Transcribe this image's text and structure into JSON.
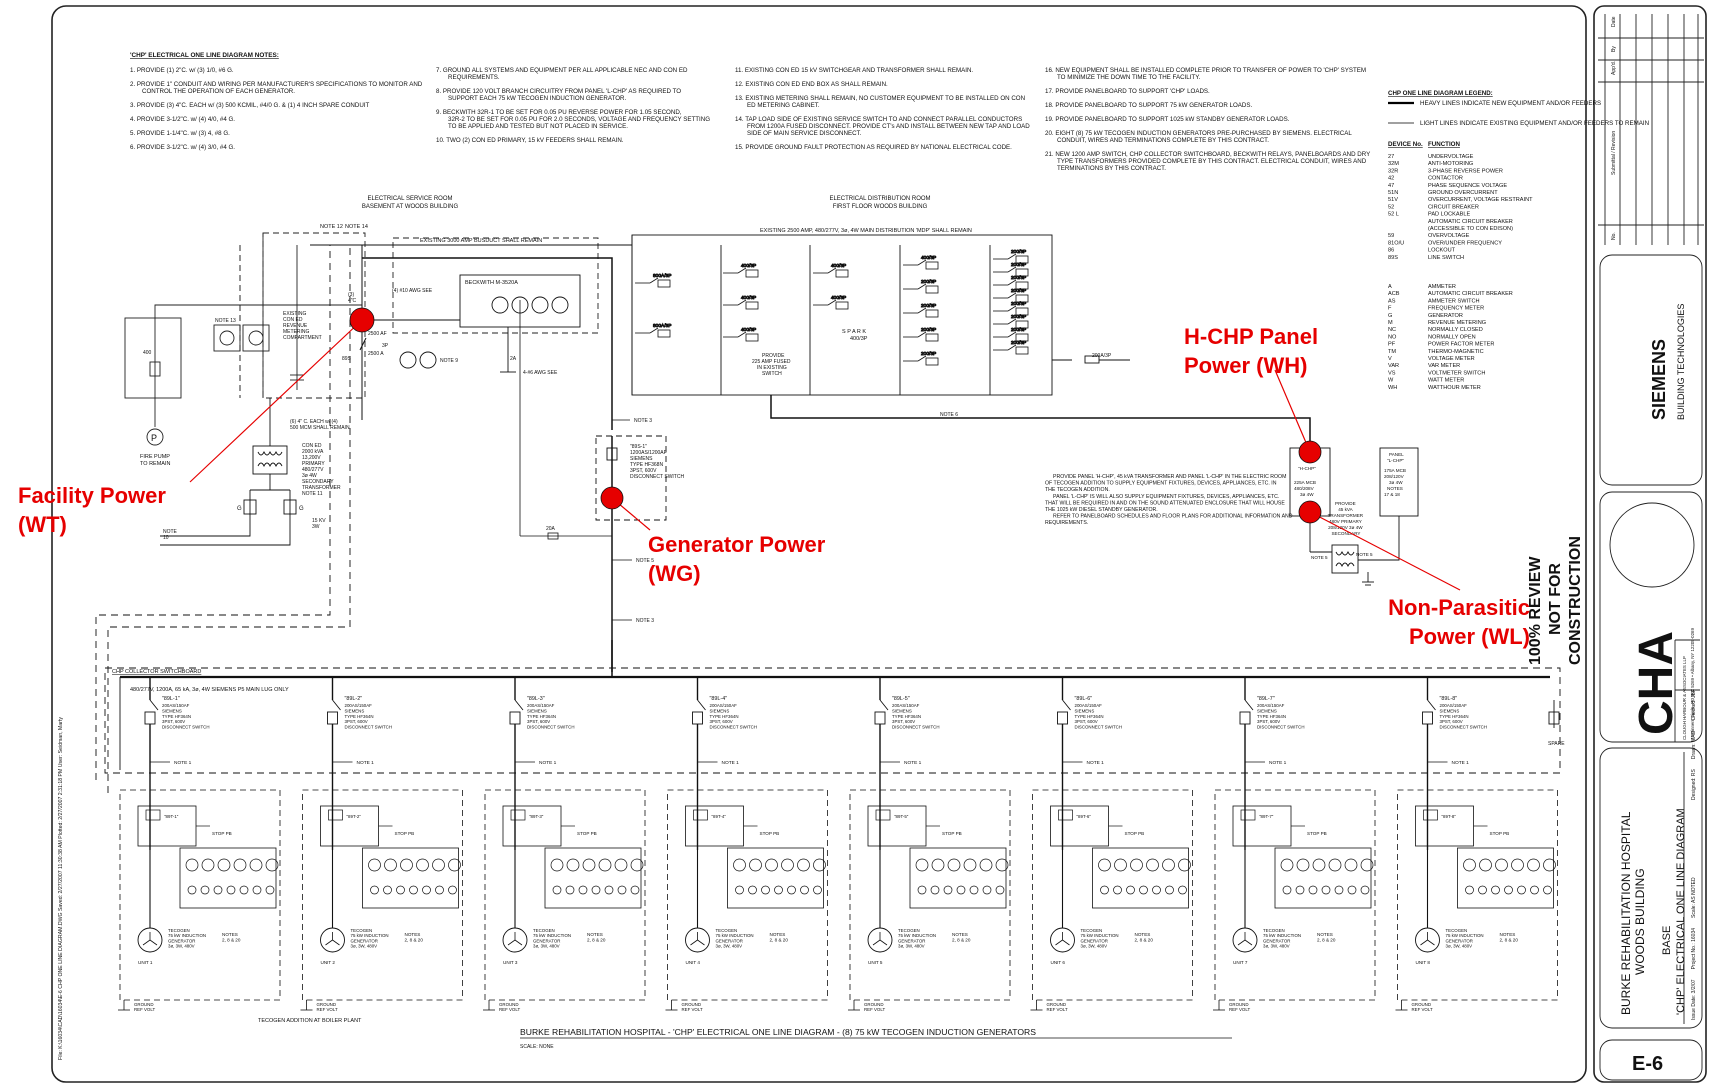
{
  "drawing": {
    "title": "BURKE REHABILITATION HOSPITAL - 'CHP' ELECTRICAL ONE LINE DIAGRAM - (8) 75 kW TECOGEN INDUCTION GENERATORS",
    "scale": "SCALE: NONE",
    "sheet": "E-6",
    "file_info": "File: K:\\16034\\CAD\\16034\\E-6 CHP ONE LINE DIAGRAM.DWG  Saved: 2/27/2007 11:30:38 AM  Plotted: 2/27/2007 2:31:18 PM  User: Seidman, Marty"
  },
  "notes_header": "'CHP' ELECTRICAL ONE LINE DIAGRAM NOTES:",
  "notes": {
    "col1": [
      "1.  PROVIDE (1) 2\"C. w/ (3) 1/0, #6 G.",
      "2.  PROVIDE 1\" CONDUIT AND WIRING PER MANUFACTURER'S SPECIFICATIONS TO MONITOR AND CONTROL THE OPERATION OF EACH GENERATOR.",
      "3.  PROVIDE (3) 4\"C. EACH w/ (3) 500 KCMIL, #4/0 G. & (1) 4 INCH SPARE CONDUIT",
      "4.  PROVIDE 3-1/2\"C. w/ (4) 4/0, #4 G.",
      "5.  PROVIDE 1-1/4\"C. w/ (3) 4, #8 G.",
      "6.  PROVIDE 3-1/2\"C. w/ (4) 3/0, #4 G."
    ],
    "col2": [
      "7.  GROUND ALL SYSTEMS AND EQUIPMENT PER ALL APPLICABLE NEC AND CON ED REQUIREMENTS.",
      "8.  PROVIDE 120 VOLT BRANCH CIRCUITRY FROM PANEL 'L-CHP' AS REQUIRED TO SUPPORT EACH 75 kW TECOGEN INDUCTION GENERATOR.",
      "9.  BECKWITH 32R-1 TO BE SET FOR 0.05 PU REVERSE POWER FOR 1.05 SECOND, 32R-2 TO BE SET FOR 0.05 PU FOR 2.0 SECONDS, VOLTAGE AND FREQUENCY SETTING TO BE APPLIED AND TESTED BUT NOT PLACED IN SERVICE.",
      "10. TWO (2) CON ED PRIMARY, 15 kV FEEDERS SHALL REMAIN."
    ],
    "col3": [
      "11. EXISTING CON ED 15 kV SWITCHGEAR AND TRANSFORMER SHALL REMAIN.",
      "12. EXISTING CON ED END BOX AS SHALL REMAIN.",
      "13. EXISTING METERING SHALL REMAIN, NO CUSTOMER EQUIPMENT TO BE INSTALLED ON CON ED METERING CABINET.",
      "14. TAP LOAD SIDE OF EXISTING SERVICE SWITCH TO AND CONNECT PARALLEL CONDUCTORS FROM 1200A FUSED DISCONNECT. PROVIDE CT's AND INSTALL BETWEEN NEW TAP AND LOAD SIDE OF MAIN SERVICE DISCONNECT.",
      "15. PROVIDE GROUND FAULT PROTECTION AS REQUIRED BY NATIONAL ELECTRICAL CODE."
    ],
    "col4": [
      "16. NEW EQUIPMENT SHALL BE INSTALLED COMPLETE PRIOR TO TRANSFER OF POWER TO 'CHP' SYSTEM TO MINIMIZE THE DOWN TIME TO THE FACILITY.",
      "17. PROVIDE PANELBOARD TO SUPPORT 'CHP' LOADS.",
      "18. PROVIDE PANELBOARD TO SUPPORT 75 kW GENERATOR LOADS.",
      "19. PROVIDE PANELBOARD TO SUPPORT 1025 kW STANDBY GENERATOR LOADS.",
      "20. EIGHT (8) 75 kW TECOGEN INDUCTION GENERATORS PRE-PURCHASED BY SIEMENS. ELECTRICAL CONDUIT, WIRES AND TERMINATIONS COMPLETE BY THIS CONTRACT.",
      "21. NEW 1200 AMP SWITCH, CHP COLLECTOR SWITCHBOARD, BECKWITH RELAYS, PANELBOARDS AND DRY TYPE TRANSFORMERS PROVIDED COMPLETE BY THIS CONTRACT. ELECTRICAL CONDUIT, WIRES AND TERMINATIONS BY THIS CONTRACT."
    ]
  },
  "legend": {
    "title": "CHP ONE LINE DIAGRAM LEGEND:",
    "line_items": [
      "HEAVY LINES INDICATE NEW EQUIPMENT AND/OR FEEDERS",
      "LIGHT LINES INDICATE EXISTING EQUIPMENT AND/OR FEEDERS TO REMAIN"
    ],
    "device_header": "DEVICE No.",
    "function_header": "FUNCTION",
    "devices": [
      [
        "27",
        "UNDERVOLTAGE"
      ],
      [
        "32M",
        "ANTI-MOTORING"
      ],
      [
        "32R",
        "3-PHASE REVERSE POWER"
      ],
      [
        "42",
        "CONTACTOR"
      ],
      [
        "47",
        "PHASE SEQUENCE VOLTAGE"
      ],
      [
        "51N",
        "GROUND OVERCURRENT"
      ],
      [
        "51V",
        "OVERCURRENT, VOLTAGE RESTRAINT"
      ],
      [
        "52",
        "CIRCUIT BREAKER"
      ],
      [
        "52 L",
        "PAD LOCKABLE"
      ],
      [
        "",
        "AUTOMATIC CIRCUIT BREAKER"
      ],
      [
        "",
        "(ACCESSIBLE TO CON EDISON)"
      ],
      [
        "59",
        "OVERVOLTAGE"
      ],
      [
        "81O/U",
        "OVER/UNDER FREQUENCY"
      ],
      [
        "86",
        "LOCKOUT"
      ],
      [
        "89S",
        "LINE SWITCH"
      ]
    ],
    "abbrev": [
      [
        "A",
        "AMMETER"
      ],
      [
        "ACB",
        "AUTOMATIC CIRCUIT BREAKER"
      ],
      [
        "AS",
        "AMMETER SWITCH"
      ],
      [
        "F",
        "FREQUENCY METER"
      ],
      [
        "G",
        "GENERATOR"
      ],
      [
        "M",
        "REVENUE METERING"
      ],
      [
        "NC",
        "NORMALLY CLOSED"
      ],
      [
        "NO",
        "NORMALLY OPEN"
      ],
      [
        "PF",
        "POWER FACTOR METER"
      ],
      [
        "TM",
        "THERMO-MAGNETIC"
      ],
      [
        "V",
        "VOLTAGE METER"
      ],
      [
        "VAR",
        "VAR METER"
      ],
      [
        "VS",
        "VOLTMETER SWITCH"
      ],
      [
        "W",
        "WATT METER"
      ],
      [
        "WH",
        "WATTHOUR METER"
      ]
    ]
  },
  "labels": {
    "service_room": "ELECTRICAL SERVICE ROOM\nBASEMENT AT WOODS BUILDING",
    "dist_room": "ELECTRICAL DISTRIBUTION ROOM\nFIRST FLOOR WOODS BUILDING",
    "note12": "NOTE 12",
    "note14": "NOTE 14",
    "busduct": "EXISTING 3000 AMP BUSDUCT   SHALL REMAIN",
    "dist_bus": "EXISTING 2500 AMP, 480/277V, 3ø, 4W MAIN DISTRIBUTION 'MDP' SHALL REMAIN",
    "existing_metering": "EXISTING\nCON ED\nREVENUE\nMETERING\nCOMPARTMENT",
    "note13": "NOTE 13",
    "fire_pump": "FIRE PUMP\nTO REMAIN",
    "beckwith": "BECKWITH M-3520A",
    "conduit": "(4) #10 AWG SEE",
    "ground": "4-#6 AWG SEE",
    "main_cb": "2500 AF\n3P\n2500 A",
    "fuse_cb": "(3)\n4\"C",
    "ct_note": "(6) 4\" C. EACH w/ (4)\n500 MCM SHALL REMAIN",
    "con_ed_tx": "CON ED\n2000 kVA\n13,200V\nPRIMARY\n480/277V\n3ø 4W\nSECONDARY\nTRANSFORMER\nNOTE 11",
    "kv15": "15 KV\n3W",
    "note10": "NOTE\n10",
    "note3": "NOTE 3",
    "note6": "NOTE 6",
    "note1": "NOTE 1",
    "note9": "NOTE 9",
    "note_g": "NOTE 5",
    "spare": "SPARE",
    "switch_89s1": "\"89S-1\"\n1200AS/1200AF\nSIEMENS\nTYPE HF368N\n3PST, 600V\nDISCONNECT SWITCH",
    "spark": "S P A R K\n400/3P",
    "provide_225": "PROVIDE\n225 AMP FUSED\nIN EXISTING\nSWITCH",
    "panel_hchp": "\"H-CHP\"\n225A MCB\n480/208V\n3ø 4W",
    "panel_lchp": "PANEL\n\"L-CHP\"\n175A MCB\n208/120V\n3ø 4W\nNOTES\n17 & 18",
    "provide_tx": "PROVIDE\n45 kVA\nTRANSFORMER\n480V PRIMARY\n208/120V 3ø 4W\nSECONDARY",
    "panel_note": "PROVIDE PANEL 'H-CHP', 45 kVA TRANSFORMER AND PANEL 'L-CHP' IN THE ELECTRIC ROOM OF TECOGEN ADDITION TO SUPPLY EQUIPMENT FIXTURES, DEVICES, APPLIANCES, ETC. IN THE TECOGEN ADDITION.\nPANEL 'L-CHP' IS WILL ALSO SUPPLY EQUIPMENT FIXTURES, DEVICES, APPLIANCES, ETC. THAT WILL BE REQUIRED IN AND ON THE SOUND ATTENUATED ENCLOSURE THAT WILL HOUSE THE 1025 kW DIESEL STANDBY GENERATOR.\nREFER TO PANELBOARD SCHEDULES AND FLOOR PLANS FOR ADDITIONAL INFORMATION AND REQUIREMENTS.",
    "collector": "CHP COLLECTOR SWITCHBOARD",
    "collector_bus": "480/277V, 1200A, 65 kA, 3ø, 4W   SIEMENS P5 MAIN LUG ONLY",
    "tecogen_addition": "TECOGEN ADDITION AT BOILER PLANT",
    "review_stamp": "100% REVIEW\nNOT FOR\nCONSTRUCTION",
    "branch_ratings": "200AS/150AF\nSIEMENS\nTYPE HF364N\n3PST, 600V\nDISCONNECT SWITCH",
    "gen_desc": "TECOGEN\n75 kW INDUCTION\nGENERATOR\n3ø, 3W, 480V",
    "gen_notes": "NOTES\n2, 8 & 20",
    "stop_pb": "STOP PB",
    "ground_label": "GROUND\nREF VOLT"
  },
  "branches": [
    "\"89L-1\"",
    "\"89L-2\"",
    "\"89L-3\"",
    "\"89L-4\"",
    "\"89L-5\"",
    "\"89L-6\"",
    "\"89L-7\"",
    "\"89L-8\""
  ],
  "units": [
    "UNIT 1",
    "UNIT 2",
    "UNIT 3",
    "UNIT 4",
    "UNIT 5",
    "UNIT 6",
    "UNIT 7",
    "UNIT 8"
  ],
  "dist_breakers": {
    "col1": [
      "800A/3P",
      "800A/3P"
    ],
    "col2": [
      "400/3P",
      "400/3P",
      "400/3P"
    ],
    "col3": [
      "400/3P",
      "400/3P"
    ],
    "col4": [
      "400/3P",
      "200/3P",
      "200/3P",
      "200/3P",
      "200/3P"
    ],
    "col5": [
      "200/3P",
      "200/3P",
      "200/3P",
      "200/3P",
      "200/3P",
      "200/3P",
      "200/3P",
      "200/3P"
    ],
    "tail": "200A/3P"
  },
  "callouts": {
    "facility": "Facility Power\n(WT)",
    "hchp": "H-CHP Panel\nPower (WH)",
    "generator": "Generator Power\n(WG)",
    "nonparasitic": "Non-Parasitic\nPower (WL)",
    "accent": "#e60000"
  },
  "title_block": {
    "company": "SIEMENS",
    "division": "BUILDING TECHNOLOGIES",
    "consultant": "CHA",
    "consultant_name": "CLOUGH HARBOUR & ASSOCIATES LLP",
    "consultant_addr": "III Winners Circle, PO Box 5269 • Albany, NY 12205-0269",
    "project": "BURKE REHABILITATION HOSPITAL\nWOODS BUILDING",
    "drawing_name": "BASE\n'CHP' ELECTRICAL ONE LINE DIAGRAM",
    "scale": "Scale: AS NOTED",
    "project_no": "Project No.: 16034",
    "issue_date": "Issue Date: 3/2/07",
    "designed": "Designed: RS",
    "drawn": "Drawn: MAO",
    "checked": "Checked: JBF",
    "rev_headers": [
      "No.",
      "Submittal / Revision",
      "App'd.",
      "By",
      "Date"
    ]
  }
}
